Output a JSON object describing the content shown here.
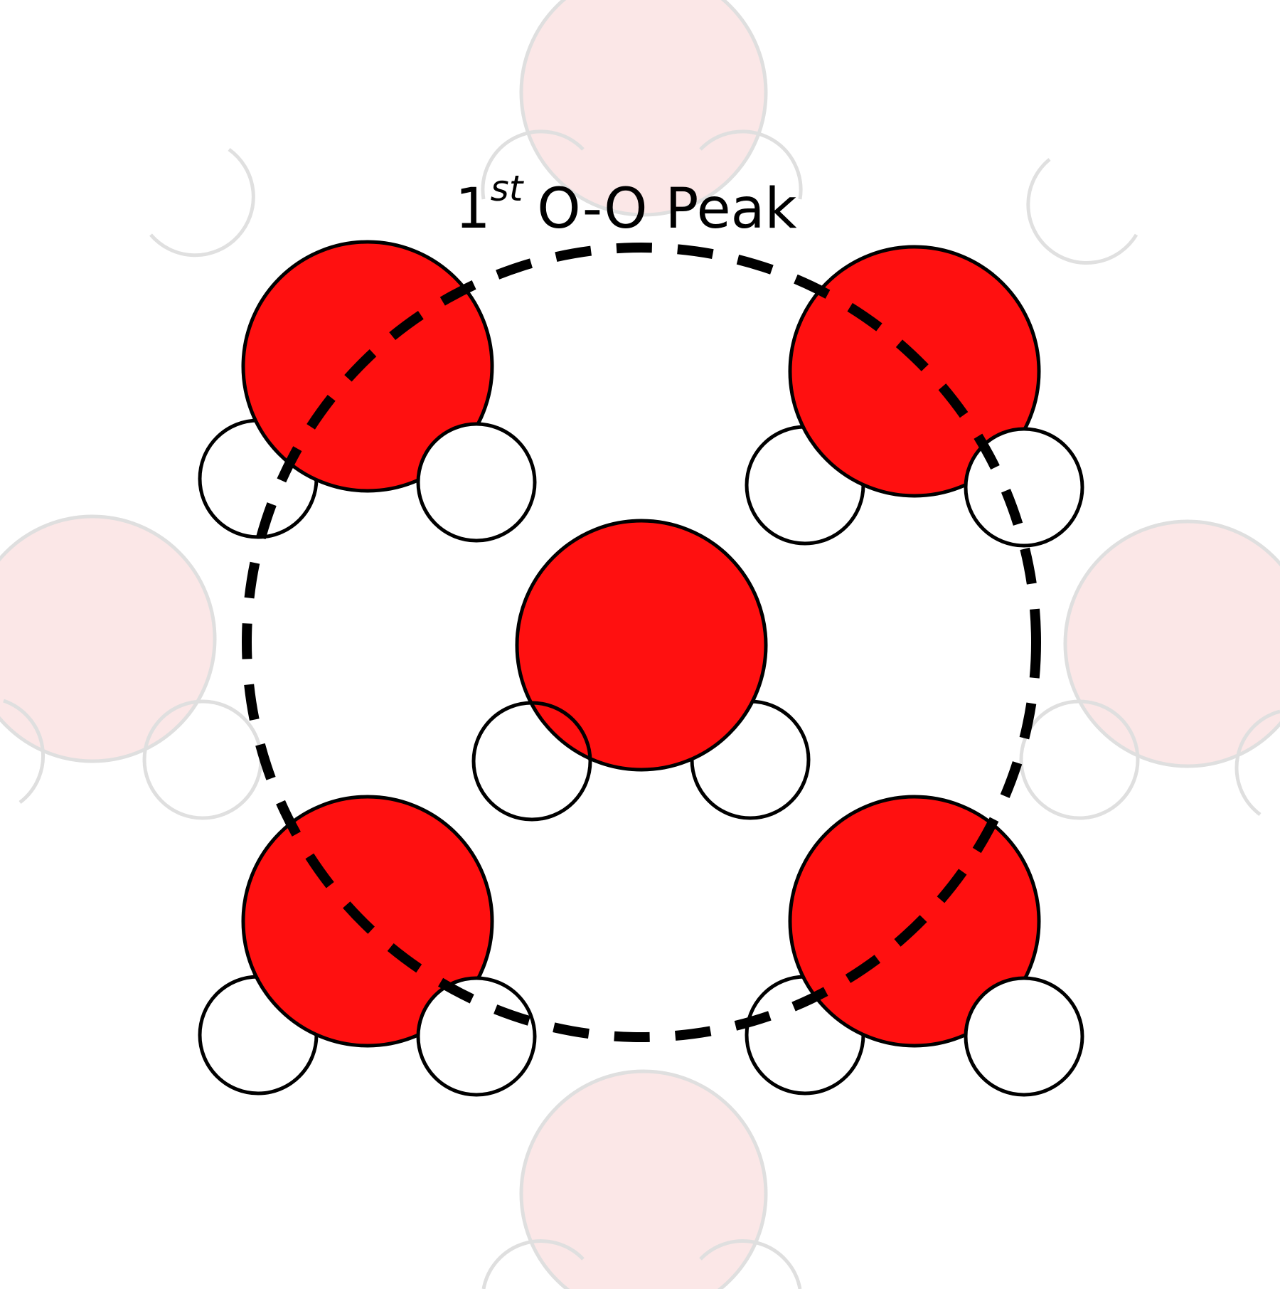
{
  "label": {
    "number": "1",
    "superscript": "st",
    "text": "O-O Peak"
  },
  "colors": {
    "oxygen": "#ff1010",
    "hydrogen": "#ffffff",
    "outline": "#000000",
    "faded_oxygen": "#fbe3e3",
    "faded_outline": "#d8d8d8",
    "dash": "#000000"
  },
  "molecules": {
    "central": "H2O",
    "first_shell_count": 4,
    "second_shell_faded_count": 4
  }
}
